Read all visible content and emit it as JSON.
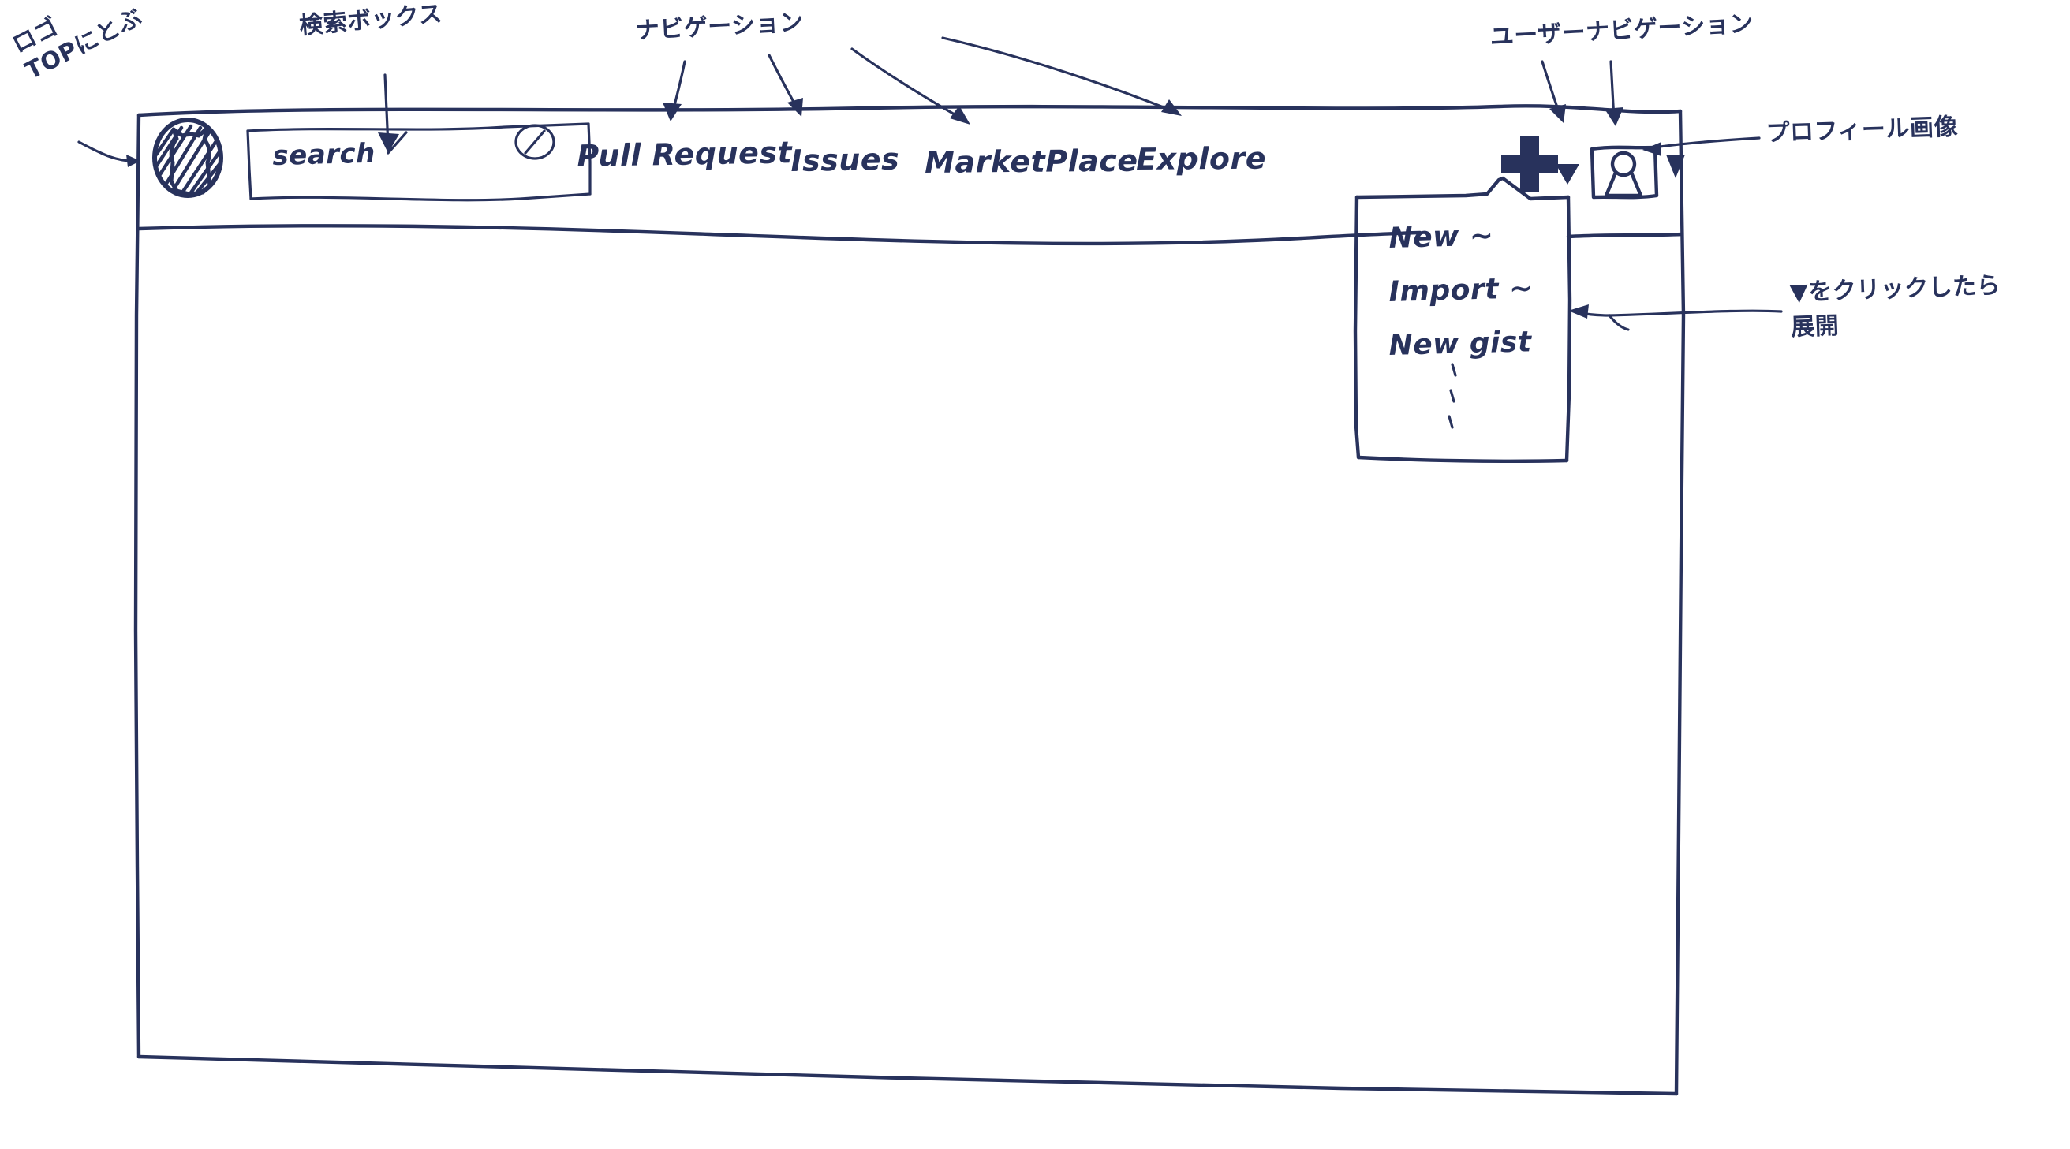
{
  "meta": {
    "title": "GitHub header wireframe sketch",
    "ink_color": "#28325c",
    "paper_color": "#ffffff"
  },
  "annotations": [
    {
      "id": "logo",
      "line1": "ロゴ",
      "line2": "TOPにとぶ",
      "target": "github-logo"
    },
    {
      "id": "search",
      "line1": "検索ボックス",
      "line2": "",
      "target": "search-box"
    },
    {
      "id": "nav",
      "line1": "ナビゲーション",
      "line2": "",
      "target": "primary-nav"
    },
    {
      "id": "usernav",
      "line1": "ユーザーナビゲーション",
      "line2": "",
      "target": "user-nav"
    },
    {
      "id": "profile",
      "line1": "プロフィール画像",
      "line2": "",
      "target": "avatar"
    },
    {
      "id": "expand",
      "line1": "▼をクリックしたら",
      "line2": "展開",
      "target": "create-new-menu"
    }
  ],
  "header": {
    "logo": {
      "icon": "github-octocat-icon"
    },
    "search": {
      "placeholder": "search",
      "value": "",
      "icon": "search-icon"
    },
    "nav_links": [
      {
        "label": "Pull Request"
      },
      {
        "label": "Issues"
      },
      {
        "label": "MarketPlace"
      },
      {
        "label": "Explore"
      }
    ],
    "user_nav": {
      "create_button": {
        "icon": "plus-icon",
        "caret": "chevron-down-icon"
      },
      "avatar": {
        "icon": "person-avatar-icon",
        "caret": "chevron-down-icon"
      }
    }
  },
  "create_menu": {
    "open": true,
    "items": [
      {
        "label": "New ~"
      },
      {
        "label": "Import ~"
      },
      {
        "label": "New gist"
      }
    ],
    "more_indicator": "vertical-ellipsis"
  },
  "body_area": {
    "content": ""
  }
}
